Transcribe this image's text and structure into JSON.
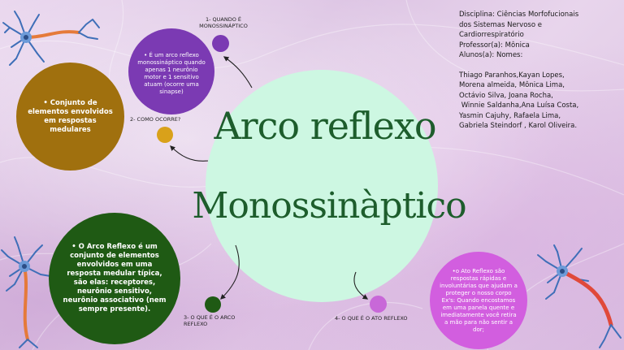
{
  "title": {
    "line1": "Arco reflexo",
    "line2": "Monossinàptico"
  },
  "info": {
    "discipline": "Disciplina: Ciências Morfofucionais",
    "discipline_2": "dos Sistemas Nervoso e",
    "discipline_3": "Cardiorrespiratório",
    "professor": "Professor(a): Mônica",
    "students": "Alunos(a): Nomes:",
    "names": [
      "Thiago Paranhos,Kayan Lopes,",
      "Morena almeida, Mônica Lima,",
      "Octávio Silva, Joana Rocha,",
      " Winnie Saldanha,Ana Luísa Costa,",
      "Yasmin Cajuhy, Rafaela Lima,",
      "Gabriela Steindorf , Karol Oliveira."
    ]
  },
  "nodes": {
    "q1": {
      "label": "1- QUANDO É\nMONOSSINÁPTICO",
      "text": "• É um arco reflexo monossináptico quando apenas 1 neurônio motor e 1 sensitivo atuam (ocorre uma sinapse)",
      "color": "#7b3ab3"
    },
    "q2": {
      "label": "2- COMO OCORRE?",
      "text": "• Conjunto de elementos envolvidos em respostas medulares",
      "color": "#a0700e"
    },
    "q3": {
      "label": "3- O QUE É O ARCO\nREFLEXO",
      "text": "• O Arco Reflexo é um conjunto de elementos envolvidos em uma resposta medular típica, são elas: receptores, neurônio sensitivo, neurônio associativo (nem sempre presente).",
      "color": "#1f5a14"
    },
    "q4": {
      "label": "4- O QUE É O ATO REFLEXO",
      "text": "•o Ato Reflexo são respostas rápidas e involuntárias que ajudam a proteger o nosso corpo Ex's: Quando encostamos em uma panela quente e imediatamente você retira a mão para não sentir a dor;",
      "color": "#d25edf"
    }
  },
  "colors": {
    "center": "#cdf7e2",
    "title": "#1d5d2c",
    "dot_q2": "#d9a11a",
    "dot_q4": "#c868d8"
  },
  "icons": [
    "neuron-icon-top-left",
    "neuron-icon-bottom-left",
    "neuron-icon-bottom-right"
  ]
}
